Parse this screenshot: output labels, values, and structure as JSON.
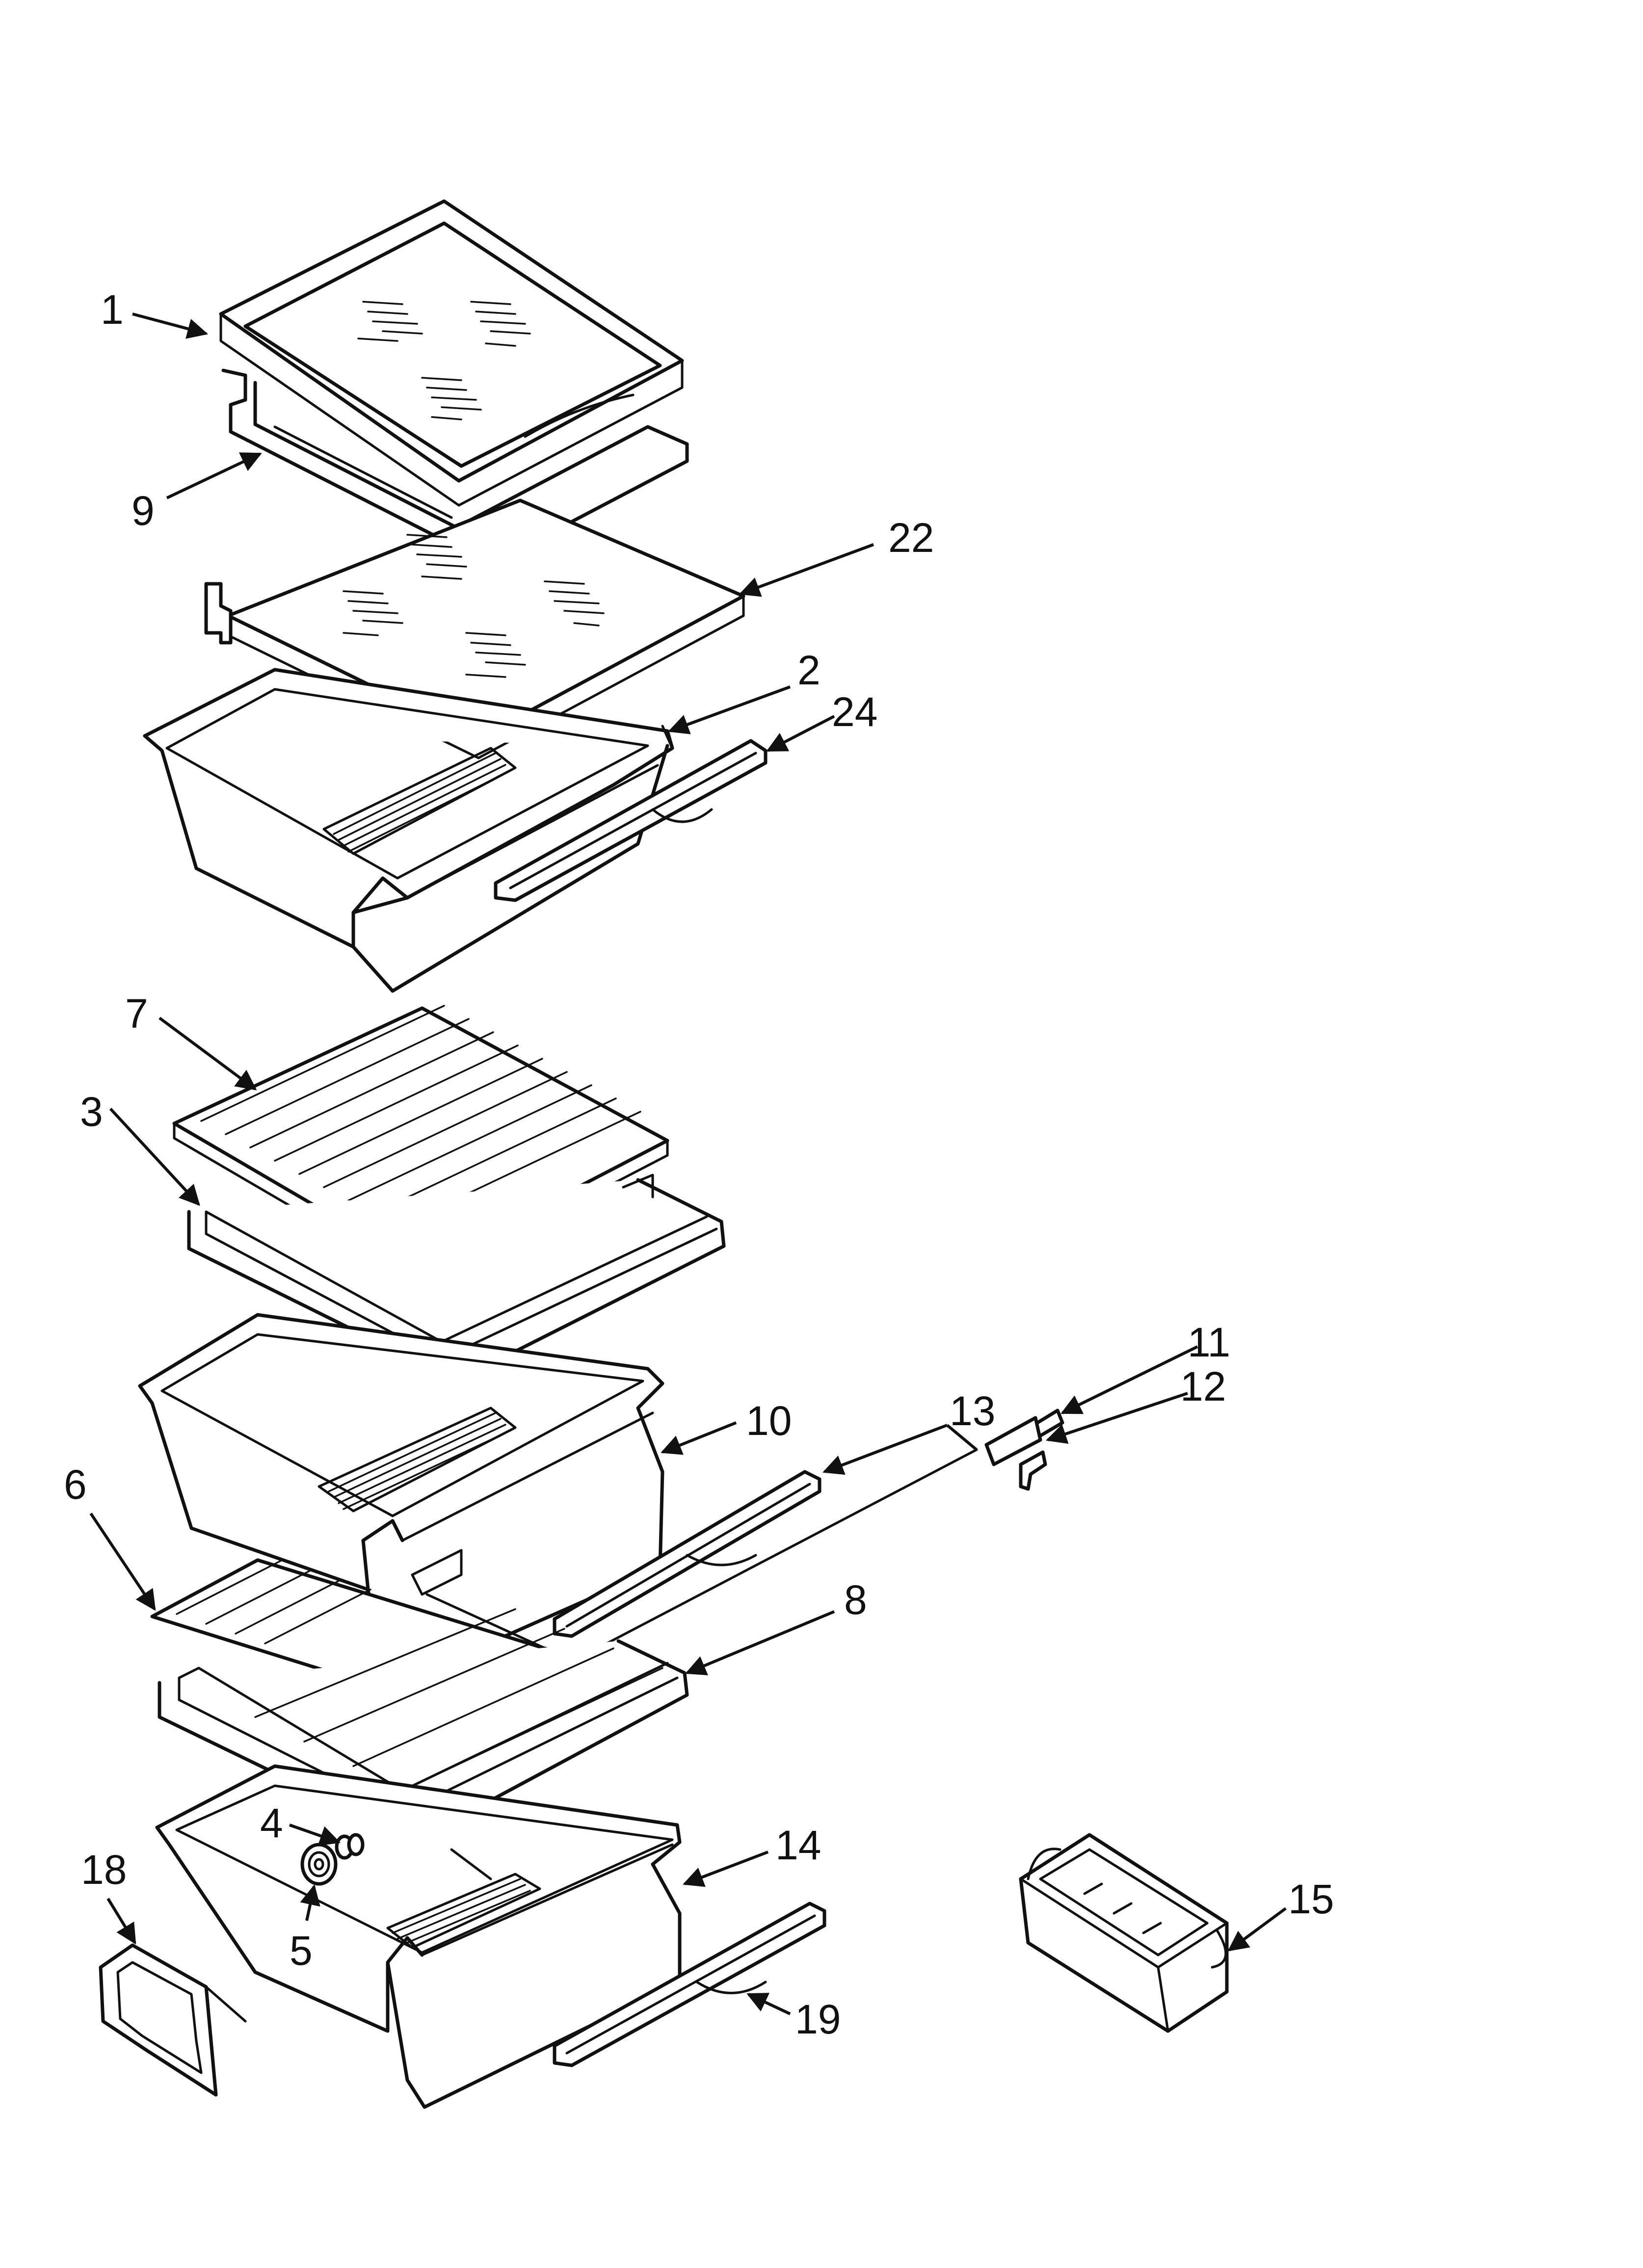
{
  "diagram": {
    "callouts": [
      {
        "id": "1",
        "label": "1"
      },
      {
        "id": "9",
        "label": "9"
      },
      {
        "id": "22",
        "label": "22"
      },
      {
        "id": "2",
        "label": "2"
      },
      {
        "id": "24",
        "label": "24"
      },
      {
        "id": "7",
        "label": "7"
      },
      {
        "id": "3",
        "label": "3"
      },
      {
        "id": "11",
        "label": "11"
      },
      {
        "id": "12",
        "label": "12"
      },
      {
        "id": "13",
        "label": "13"
      },
      {
        "id": "10",
        "label": "10"
      },
      {
        "id": "6",
        "label": "6"
      },
      {
        "id": "8",
        "label": "8"
      },
      {
        "id": "4",
        "label": "4"
      },
      {
        "id": "14",
        "label": "14"
      },
      {
        "id": "18",
        "label": "18"
      },
      {
        "id": "5",
        "label": "5"
      },
      {
        "id": "15",
        "label": "15"
      },
      {
        "id": "19",
        "label": "19"
      }
    ]
  }
}
